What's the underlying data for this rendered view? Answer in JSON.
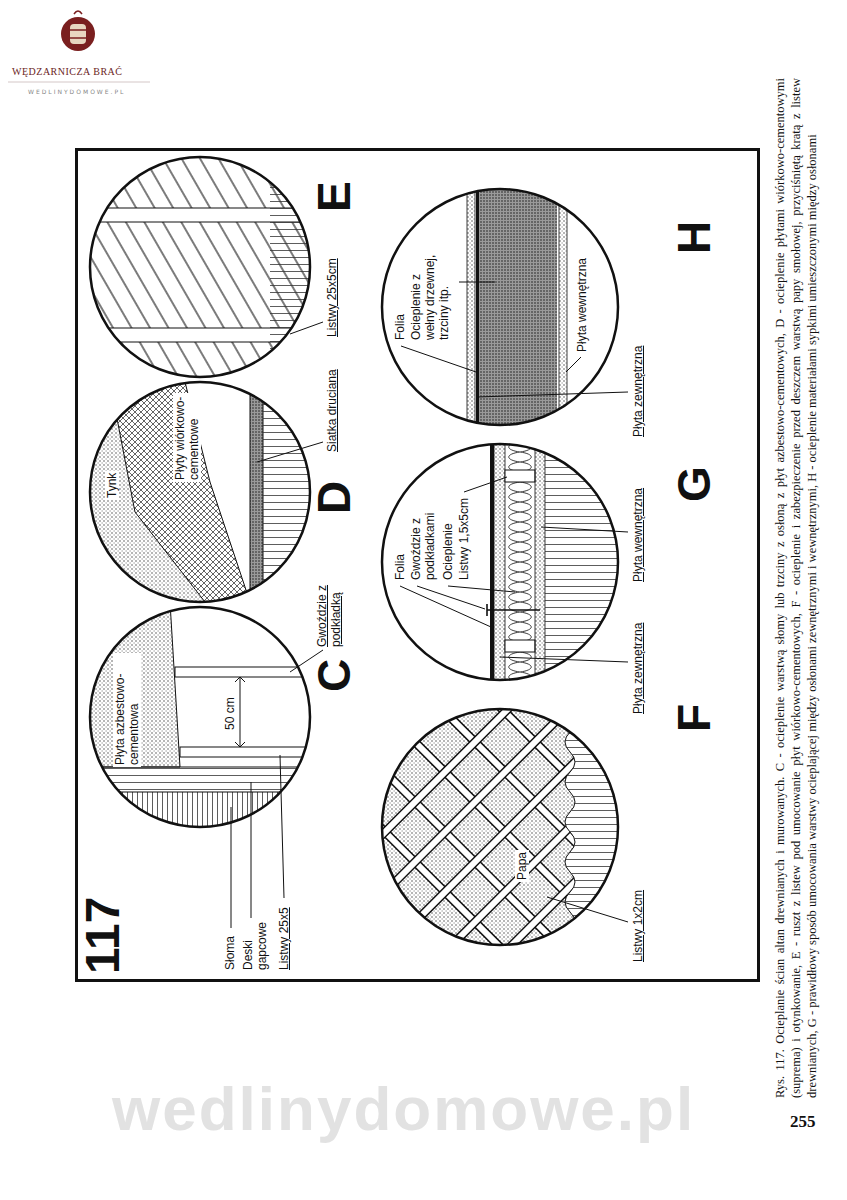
{
  "diagram": {
    "caption": "Rys. 117. Ocieplanie ścian altan drewnianych i murowanych. C - ocieplenie warstwą słomy lub trzciny z osłoną z płyt azbestowo-cementowych, D - ocieplenie płytami wiórkowo-cementowymi (suprema) i otynkowanie, E - ruszt z listew pod umocowanie płyt wiórkowo-cementowych, F - ocieplenie i zabezpieczenie przed deszczem warstwą papy smołowej, przyciśniętą kratą z listew drewnianych, G - prawidłowy sposób umocowania warstwy ocieplającej między osłonami zewnętrznymi i wewnętrznymi, H - ocieplenie materiałami sypkimi umieszczonymi między osłonami",
    "nodes": [
      {
        "text": [
          "C",
          "Płyta azbestowo-cementowa",
          "50 cm"
        ]
      },
      {
        "text": [
          "D",
          "Tynk",
          "Płyty wiórkowo-cementowe"
        ]
      },
      {
        "text": [
          "E"
        ]
      },
      {
        "text": [
          "F",
          "Papa"
        ]
      },
      {
        "text": [
          "G",
          "Folia",
          "Gwoździe z podkładkami",
          "Ocieplenie",
          "Listwy 1,5x5cm"
        ]
      },
      {
        "text": [
          "H",
          "Folia",
          "Ocieplenie z wełny drzewnej, trzciny itp.",
          "Płyta wewnętrzna"
        ]
      }
    ],
    "labels": [
      "117",
      "Słoma",
      "Deski gapcowe",
      "Listwy 25x5",
      "Gwoździe z podkładką",
      "Siatka druciana",
      "Listwy 25x5cm",
      "Listwy 1x2cm",
      "Płyta zewnętrzna",
      "Płyta wewnętrzna",
      "Płyta zewnętrzna",
      "WĘDZARNICZA BRAĆ",
      "WEDLINYDOMOWE.PL",
      "255",
      "wedlinydomowe.pl"
    ]
  }
}
